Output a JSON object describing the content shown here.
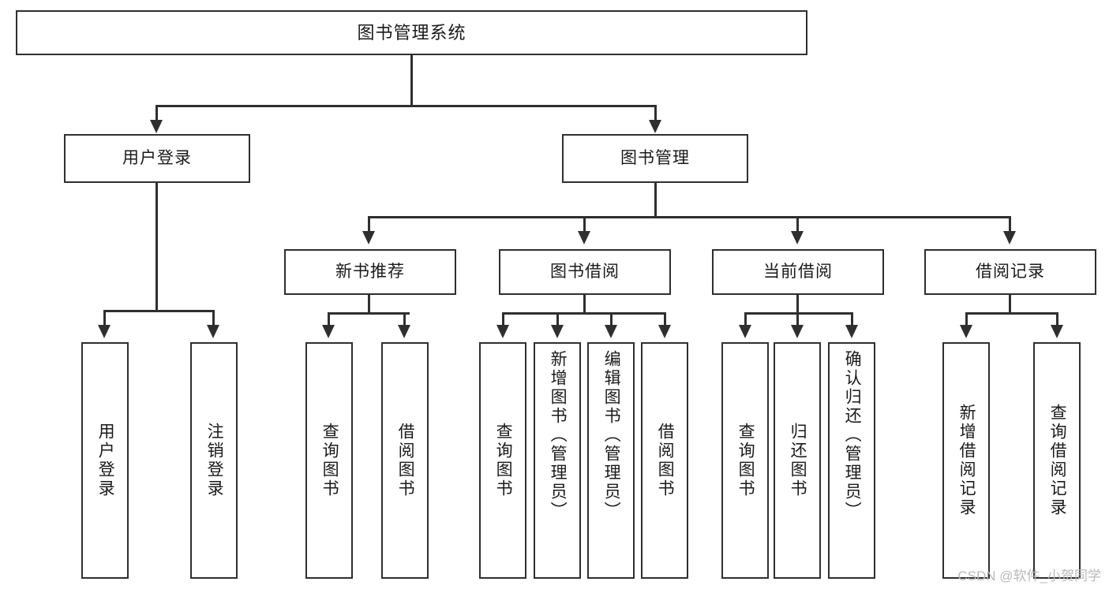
{
  "diagram": {
    "type": "tree-hierarchy-flowchart",
    "root": {
      "id": "root",
      "label": "图书管理系统"
    },
    "level2": [
      {
        "id": "user-login",
        "label": "用户登录"
      },
      {
        "id": "book-management",
        "label": "图书管理"
      }
    ],
    "level3": [
      {
        "id": "new-book-recommend",
        "label": "新书推荐",
        "parent": "book-management"
      },
      {
        "id": "book-borrow",
        "label": "图书借阅",
        "parent": "book-management"
      },
      {
        "id": "current-borrow",
        "label": "当前借阅",
        "parent": "book-management"
      },
      {
        "id": "borrow-record",
        "label": "借阅记录",
        "parent": "book-management"
      }
    ],
    "leaves": [
      {
        "id": "leaf-user-login",
        "label": "用户登录",
        "parent": "user-login"
      },
      {
        "id": "leaf-logout-login",
        "label": "注销登录",
        "parent": "user-login"
      },
      {
        "id": "leaf-query-book-1",
        "label": "查询图书",
        "parent": "new-book-recommend"
      },
      {
        "id": "leaf-borrow-book-1",
        "label": "借阅图书",
        "parent": "new-book-recommend"
      },
      {
        "id": "leaf-query-book-2",
        "label": "查询图书",
        "parent": "book-borrow"
      },
      {
        "id": "leaf-add-book",
        "label": "新增图书（管理员）",
        "parent": "book-borrow"
      },
      {
        "id": "leaf-edit-book",
        "label": "编辑图书（管理员）",
        "parent": "book-borrow"
      },
      {
        "id": "leaf-borrow-book-2",
        "label": "借阅图书",
        "parent": "book-borrow"
      },
      {
        "id": "leaf-query-book-3",
        "label": "查询图书",
        "parent": "current-borrow"
      },
      {
        "id": "leaf-return-book",
        "label": "归还图书",
        "parent": "current-borrow"
      },
      {
        "id": "leaf-confirm-return",
        "label": "确认归还（管理员）",
        "parent": "current-borrow"
      },
      {
        "id": "leaf-add-record",
        "label": "新增借阅记录",
        "parent": "borrow-record"
      },
      {
        "id": "leaf-query-record",
        "label": "查询借阅记录",
        "parent": "borrow-record"
      }
    ],
    "colors": {
      "stroke": "#2f2f2f",
      "fill": "#ffffff",
      "text": "#1a1a1a",
      "watermark": "#b9b9b9"
    }
  },
  "watermark": {
    "text": "CSDN @软件_小贺同学"
  }
}
